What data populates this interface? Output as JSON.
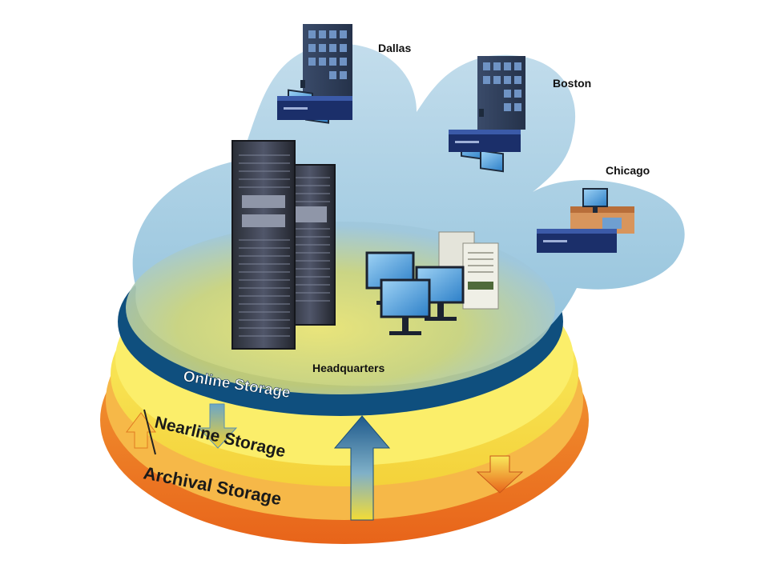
{
  "diagram": {
    "sites": {
      "dallas": "Dallas",
      "boston": "Boston",
      "chicago": "Chicago",
      "headquarters": "Headquarters"
    },
    "tiers": {
      "online": "Online Storage",
      "nearline": "Nearline Storage",
      "archival": "Archival Storage"
    },
    "colors": {
      "online_layer": "#8ec2de",
      "online_edge": "#0f4f7e",
      "nearline_layer": "#f6e84a",
      "archival_layer": "#f07a1e",
      "arrow_blue": "#1e5e92",
      "arrow_yellow": "#f2d634"
    }
  }
}
